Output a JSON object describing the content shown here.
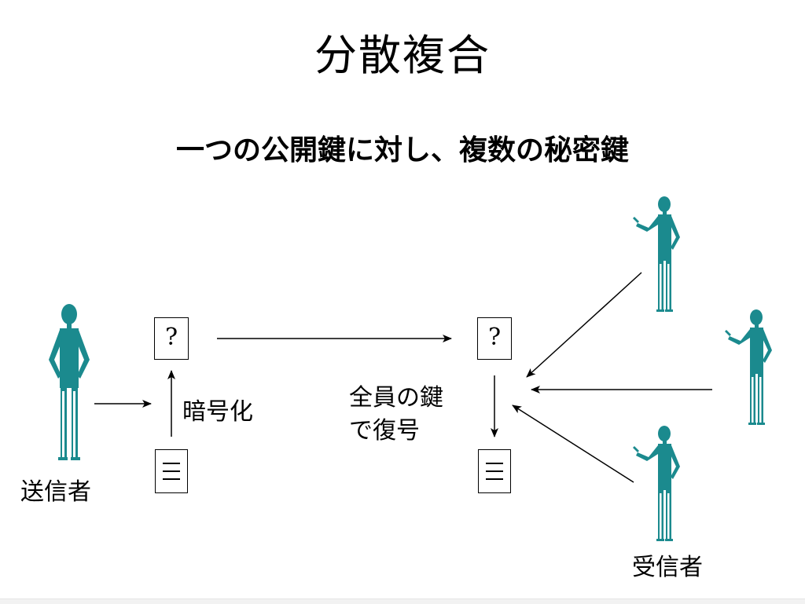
{
  "slide": {
    "title": "分散複合",
    "subtitle": "一つの公開鍵に対し、複数の秘密鍵"
  },
  "diagram": {
    "sender_label": "送信者",
    "encrypt_label": "暗号化",
    "decrypt_label_line1": "全員の鍵",
    "decrypt_label_line2": "で復号",
    "receiver_label": "受信者",
    "cipher_symbol": "?",
    "figure_color": "#1b8a8e",
    "figure_shade": "#0f5d60"
  }
}
